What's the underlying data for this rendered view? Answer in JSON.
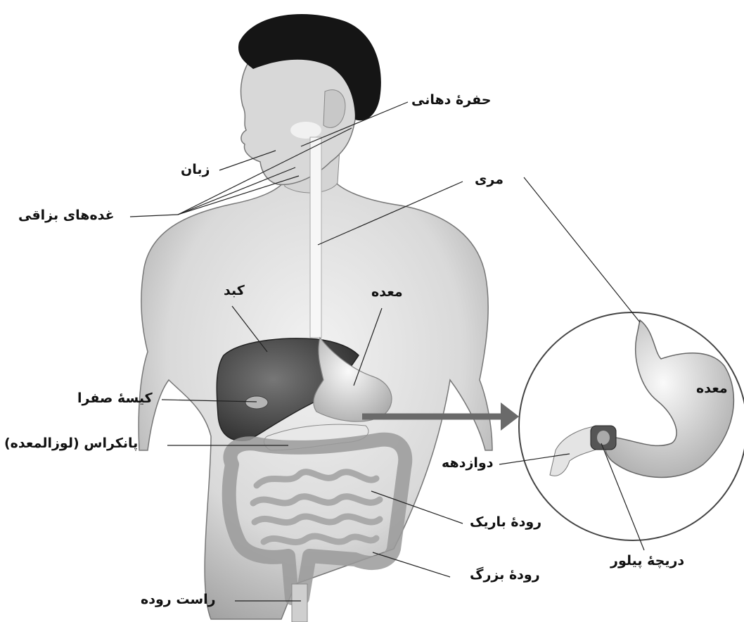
{
  "labels": {
    "mouth": "حفرهٔ دهانی",
    "tongue": "زبان",
    "salivary_glands": "غده‌های بزاقی",
    "esophagus": "مری",
    "liver": "کبد",
    "stomach": "معده",
    "gallbladder": "کیسهٔ صفرا",
    "pancreas": "پانکراس (لوزالمعده)",
    "small_intestine": "رودهٔ باریک",
    "large_intestine": "رودهٔ بزرگ",
    "rectum": "راست روده",
    "inset_stomach": "معده",
    "duodenum": "دوازدهه",
    "pyloric_valve": "دریچهٔ پیلور"
  }
}
